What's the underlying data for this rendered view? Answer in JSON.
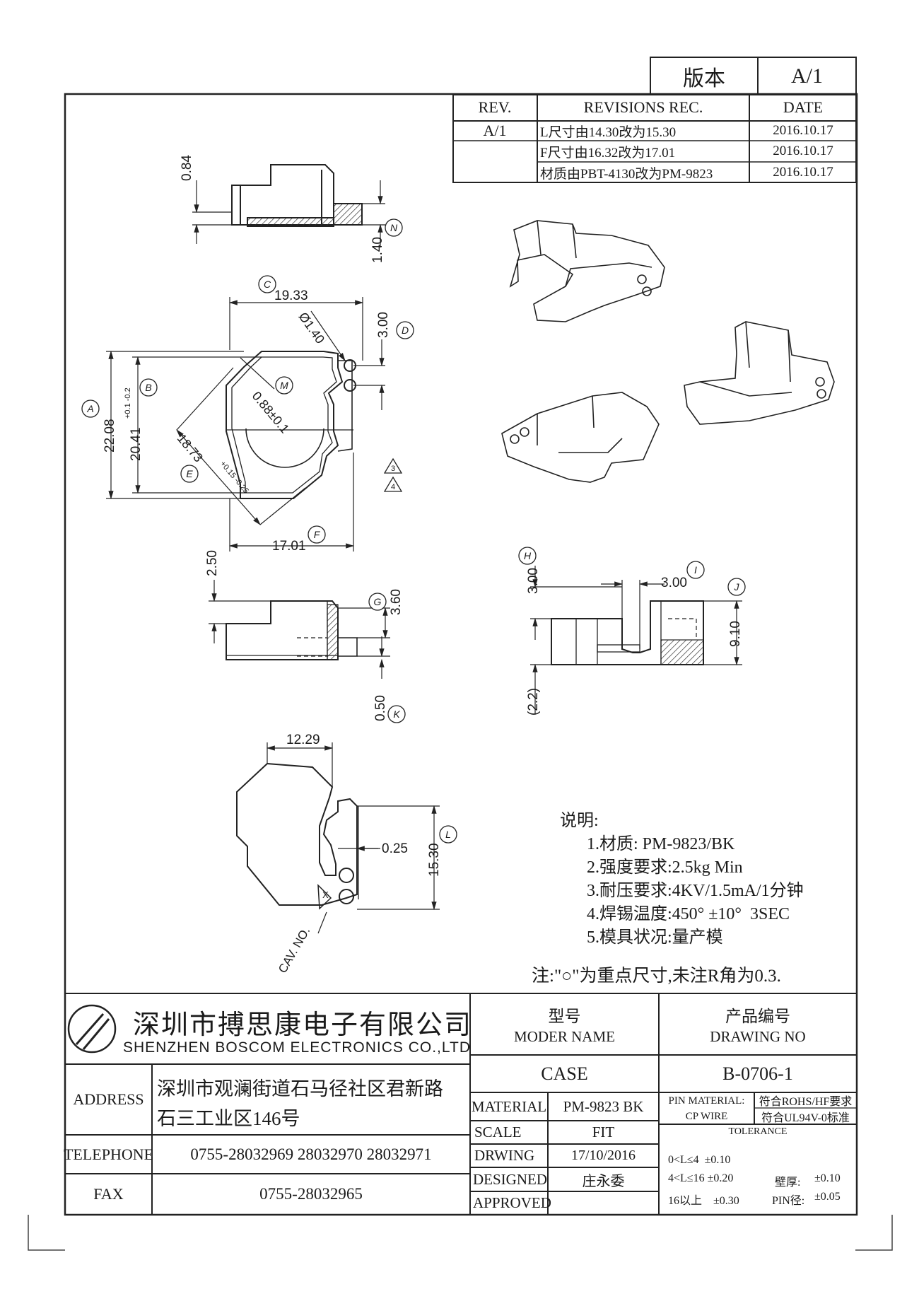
{
  "version_box": {
    "label": "版本",
    "value": "A/1"
  },
  "revisions": {
    "headers": {
      "rev": "REV.",
      "rec": "REVISIONS REC.",
      "date": "DATE"
    },
    "rev_value": "A/1",
    "rows": [
      {
        "rec": "L尺寸由14.30改为15.30",
        "date": "2016.10.17"
      },
      {
        "rec": "F尺寸由16.32改为17.01",
        "date": "2016.10.17"
      },
      {
        "rec": "材质由PBT-4130改为PM-9823",
        "date": "2016.10.17"
      }
    ]
  },
  "dimensions": {
    "d084": "0.84",
    "d140": "1.40",
    "N": "N",
    "C": "C",
    "d1933": "19.33",
    "phi": "Ø1.40",
    "d300": "3.00",
    "D": "D",
    "A": "A",
    "d2208": "22.08",
    "d2041": "20.41",
    "tol_b": "+0.1 -0.2",
    "B": "B",
    "M": "M",
    "d088": "0.88±0.1",
    "d1873": "18.73",
    "tol_e": "+0.15 -0.25",
    "E": "E",
    "F": "F",
    "d1701": "17.01",
    "tri3": "3",
    "tri4": "4",
    "d250": "2.50",
    "G": "G",
    "d360": "3.60",
    "d050": "0.50",
    "K": "K",
    "H": "H",
    "d300b": "3.00",
    "I": "I",
    "d300c": "3.00",
    "J": "J",
    "d910": "9.10",
    "d22": "(2.2)",
    "d1229": "12.29",
    "L": "L",
    "d025": "0.25",
    "d1530": "15.30",
    "cav": "CAV. NO.",
    "x": "X"
  },
  "notes": {
    "title": "说明:",
    "items": [
      "1.材质: PM-9823/BK",
      "2.强度要求:2.5kg Min",
      "3.耐压要求:4KV/1.5mA/1分钟",
      "4.焊锡温度:450° ±10°  3SEC",
      "5.模具状况:量产模"
    ],
    "footnote": "注:\"○\"为重点尺寸,未注R角为0.3."
  },
  "title_block": {
    "company_cn": "深圳市搏思康电子有限公司",
    "company_en": "SHENZHEN BOSCOM ELECTRONICS CO.,LTD",
    "address_label": "ADDRESS",
    "address_line1": "深圳市观澜街道石马径社区君新路",
    "address_line2": "石三工业区146号",
    "telephone_label": "TELEPHONE",
    "telephone": "0755-28032969 28032970 28032971",
    "fax_label": "FAX",
    "fax": "0755-28032965",
    "model_cn": "型号",
    "model_en": "MODER NAME",
    "model_value": "CASE",
    "drawing_cn": "产品编号",
    "drawing_en": "DRAWING NO",
    "drawing_value": "B-0706-1",
    "material_label": "MATERIAL",
    "material_value": "PM-9823 BK",
    "scale_label": "SCALE",
    "scale_value": "FIT",
    "drawing_label": "DRWING",
    "drawing_date": "17/10/2016",
    "designed_label": "DESIGNED",
    "designed_value": "庄永委",
    "approved_label": "APPROVED",
    "pin_material_label": "PIN MATERIAL:",
    "pin_material_value": "CP WIRE",
    "rohs": "符合ROHS/HF要求",
    "ul": "符合UL94V-0标准",
    "tolerance_label": "TOLERANCE",
    "tol_line1": "0<L≤4  ±0.10",
    "tol_line2": "4<L≤16 ±0.20",
    "tol_line3": "16以上    ±0.30",
    "wall_label": "壁厚:",
    "wall_value": "±0.10",
    "pin_label": "PIN径:",
    "pin_value": "±0.05"
  }
}
